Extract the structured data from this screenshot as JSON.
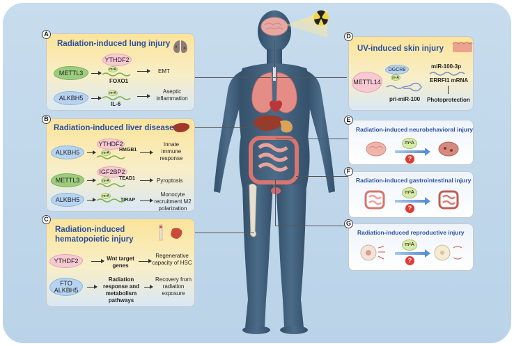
{
  "panels": {
    "a": {
      "letter": "A",
      "title": "Radiation-induced lung injury",
      "row1": {
        "writer": "METTL3",
        "reader": "YTHDF2",
        "target": "FOXO1",
        "m6a": "m⁶A",
        "outcome": "EMT"
      },
      "row2": {
        "eraser": "ALKBH5",
        "target": "IL-6",
        "m6a": "m⁶A",
        "outcome": "Aseptic inflammation"
      }
    },
    "b": {
      "letter": "B",
      "title": "Radiation-induced liver disease",
      "row1": {
        "eraser": "ALKBH5",
        "reader": "YTHDF2",
        "target": "HMGB1",
        "m6a": "m⁶A",
        "outcome": "Innate immune response"
      },
      "row2": {
        "writer": "METTL3",
        "reader": "IGF2BP2",
        "target": "TEAD1",
        "m6a": "m⁶A",
        "outcome": "Pyroptosis"
      },
      "row3": {
        "eraser": "ALKBH5",
        "target": "TIRAP",
        "m6a": "m⁶A",
        "outcome": "Monocyte recruitment M2 polarization"
      }
    },
    "c": {
      "letter": "C",
      "title_line1": "Radiation-induced",
      "title_line2": "hematopoietic injury",
      "row1": {
        "reader": "YTHDF2",
        "target": "Wnt target genes",
        "outcome": "Regenerative capacity of HSC"
      },
      "row2": {
        "eraser1": "FTO",
        "eraser2": "ALKBH5",
        "target": "Radiation response and metabolism pathways",
        "outcome": "Recovery from radiation exposure"
      }
    },
    "d": {
      "letter": "D",
      "title": "UV-induced skin injury",
      "writer": "METTL14",
      "partner": "DGCR8",
      "m6a": "m⁶A",
      "mirna": "miR-100-3p",
      "target": "ERRFI1 mRNA",
      "precursor": "pri-miR-100",
      "outcome": "Photoprotection"
    },
    "e": {
      "letter": "E",
      "title": "Radiation-induced  neurobehavioral injury",
      "m6a": "m⁶A",
      "q": "?"
    },
    "f": {
      "letter": "F",
      "title": "Radiation-induced gastrointestinal injury",
      "m6a": "m⁶A",
      "q": "?"
    },
    "g": {
      "letter": "G",
      "title": "Radiation-induced reproductive injury",
      "m6a": "m⁶A",
      "q": "?"
    }
  },
  "icons": {
    "radiation": "radiation-icon",
    "lungs": "lungs-icon",
    "liver": "liver-icon",
    "bone": "bone-icon",
    "skin": "skin-icon",
    "brain": "brain-icon",
    "intestine": "intestine-icon",
    "cell": "cell-icon"
  },
  "colors": {
    "title": "#2c4f9e",
    "writer": "#9ccc7e",
    "eraser": "#b6d3f0",
    "reader": "#f7c9d2",
    "m6a": "#d8eaa9",
    "question": "#e03a32",
    "body": "#3e5a72",
    "background": "#c7dced"
  }
}
